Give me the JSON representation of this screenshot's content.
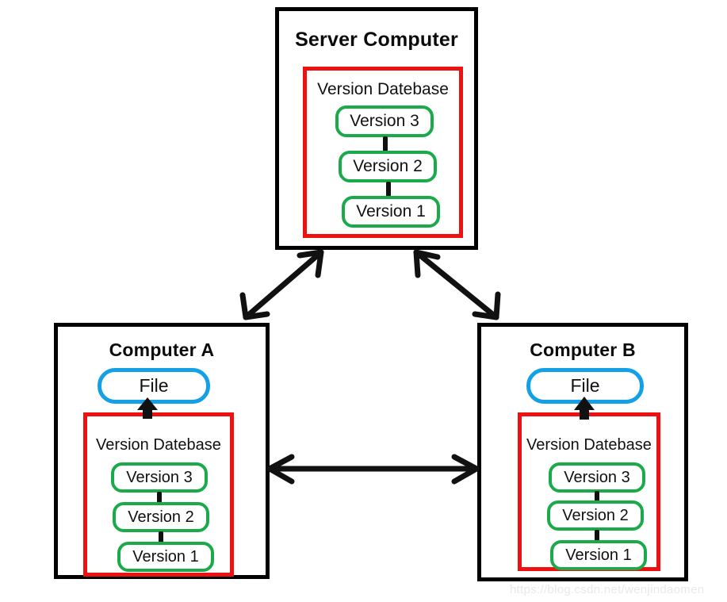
{
  "diagram": {
    "title_hidden": "Distributed Version Control Diagram",
    "watermark": "https://blog.csdn.net/wenjindaomen",
    "colors": {
      "outline": "#000000",
      "database_border": "#ee1111",
      "version_border": "#1aaa4a",
      "file_border": "#14a0e6",
      "text": "#111111",
      "background": "#ffffff",
      "watermark": "#e9e9e9"
    },
    "nodes": [
      {
        "id": "server",
        "title": "Server Computer",
        "has_file": false,
        "database": {
          "label": "Version Datebase",
          "versions": [
            "Version 3",
            "Version 2",
            "Version 1"
          ]
        }
      },
      {
        "id": "computer-a",
        "title": "Computer A",
        "has_file": true,
        "file_label": "File",
        "database": {
          "label": "Version Datebase",
          "versions": [
            "Version 3",
            "Version 2",
            "Version 1"
          ]
        }
      },
      {
        "id": "computer-b",
        "title": "Computer B",
        "has_file": true,
        "file_label": "File",
        "database": {
          "label": "Version Datebase",
          "versions": [
            "Version 3",
            "Version 2",
            "Version 1"
          ]
        }
      }
    ],
    "edges": [
      {
        "id": "server-to-a",
        "from": "server",
        "to": "computer-a",
        "style": "double-arrow"
      },
      {
        "id": "server-to-b",
        "from": "server",
        "to": "computer-b",
        "style": "double-arrow"
      },
      {
        "id": "a-to-b",
        "from": "computer-a",
        "to": "computer-b",
        "style": "double-arrow"
      },
      {
        "id": "a-db-to-file",
        "from": "computer-a-database",
        "to": "computer-a-file",
        "style": "block-arrow-up"
      },
      {
        "id": "b-db-to-file",
        "from": "computer-b-database",
        "to": "computer-b-file",
        "style": "block-arrow-up"
      }
    ]
  }
}
